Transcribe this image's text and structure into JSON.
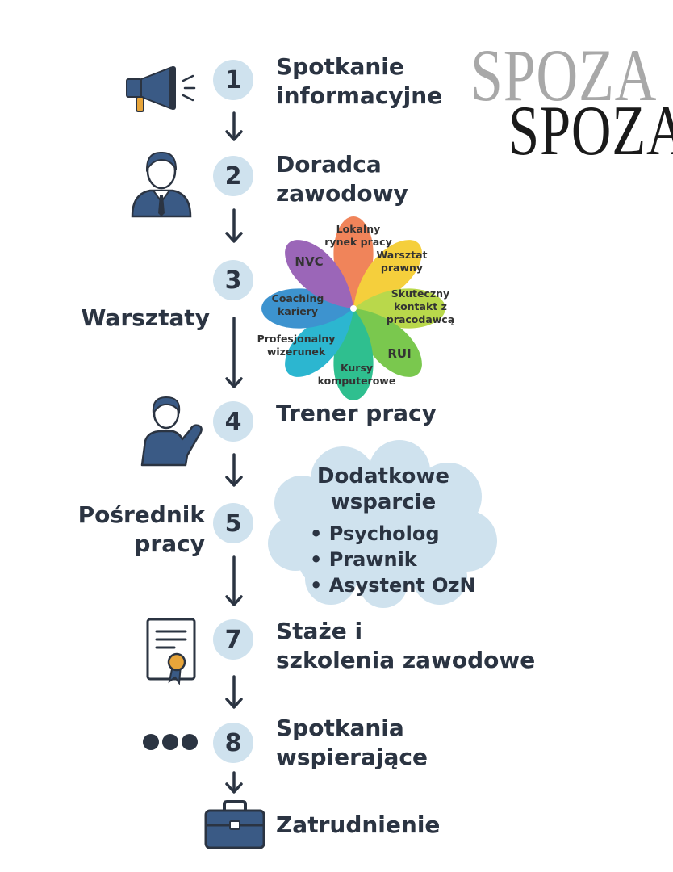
{
  "logo": {
    "text_back": "SPOZA",
    "text_front": "SPOZA"
  },
  "steps": [
    {
      "number": "1",
      "label": "Spotkanie\ninformacyjne",
      "icon": "megaphone-icon"
    },
    {
      "number": "2",
      "label": "Doradca\nzawodowy",
      "icon": "person-suit-icon"
    },
    {
      "number": "3",
      "left_label": "Warsztaty"
    },
    {
      "number": "4",
      "label": "Trener pracy",
      "icon": "person-waving-icon"
    },
    {
      "number": "5",
      "left_label": "Pośrednik\npracy"
    },
    {
      "number": "7",
      "label": "Staże i\nszkolenia zawodowe",
      "icon": "certificate-icon"
    },
    {
      "number": "8",
      "label": "Spotkania\nwspierające",
      "icon": "ellipsis-dots-icon"
    }
  ],
  "final": {
    "label": "Zatrudnienie",
    "icon": "briefcase-icon"
  },
  "workshops": {
    "petals": [
      {
        "label": "Lokalny\nrynek pracy",
        "color": "#f0845a"
      },
      {
        "label": "Warsztat\nprawny",
        "color": "#f5cf3c"
      },
      {
        "label": "Skuteczny\nkontakt z\npracodawcą",
        "color": "#b9d84b"
      },
      {
        "label": "RUI",
        "color": "#7ac84e"
      },
      {
        "label": "Kursy\nkomputerowe",
        "color": "#2fbf8f"
      },
      {
        "label": "Profesjonalny\nwizerunek",
        "color": "#2cb6d0"
      },
      {
        "label": "Coaching\nkariery",
        "color": "#3d93cf"
      },
      {
        "label": "NVC",
        "color": "#9b66b8"
      }
    ]
  },
  "additional_support": {
    "title": "Dodatkowe\nwsparcie",
    "items": [
      "Psycholog",
      "Prawnik",
      "Asystent OzN"
    ],
    "color": "#cfe2ee"
  },
  "colors": {
    "dark": "#2b3442",
    "icon_blue": "#3a5a85",
    "circle": "#cfe2ee"
  }
}
